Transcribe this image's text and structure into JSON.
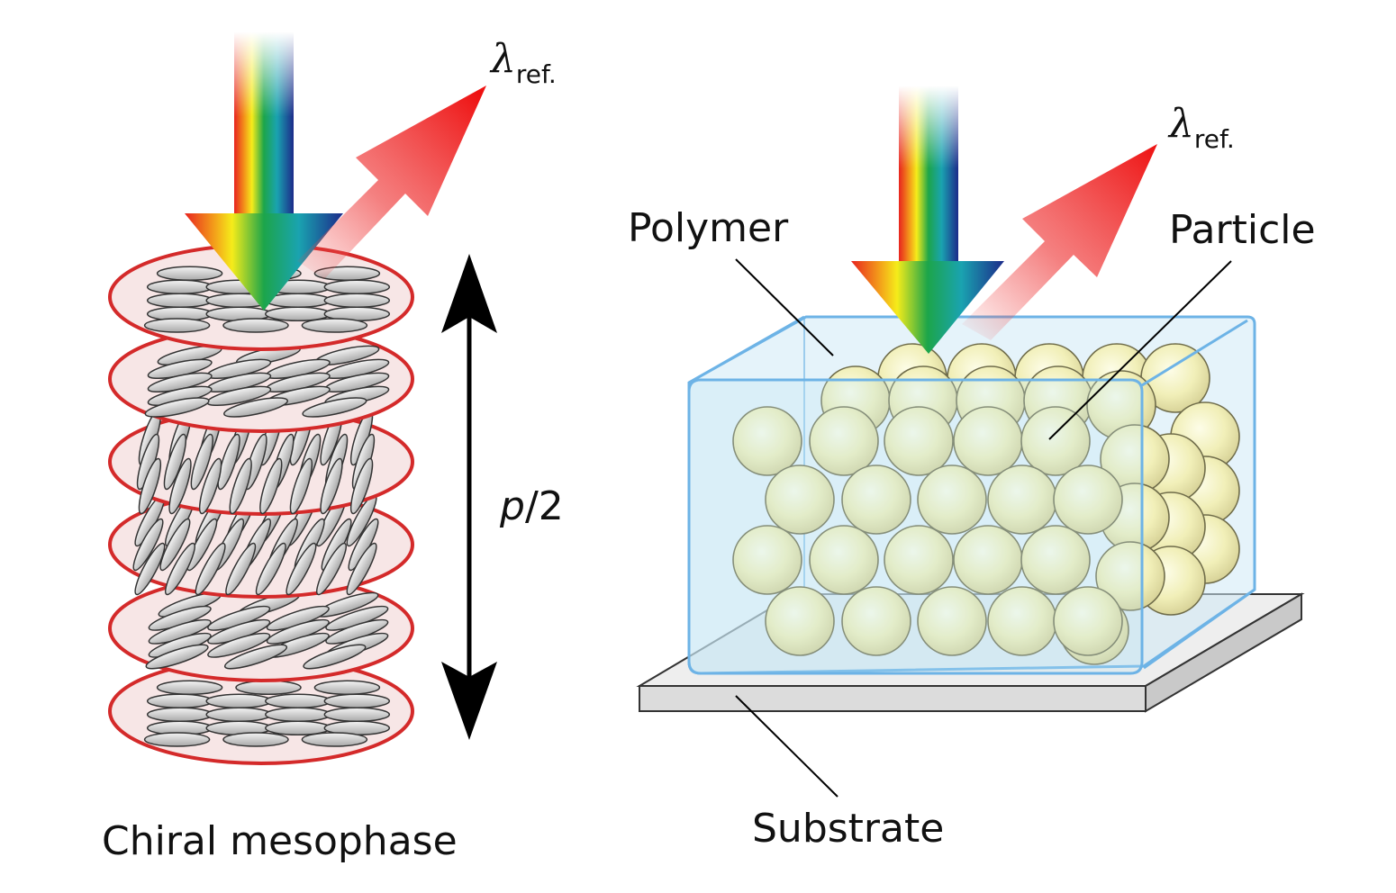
{
  "left_panel": {
    "caption": "Chiral mesophase",
    "pitch_label": {
      "symbol": "p",
      "suffix": "/2"
    },
    "reflected_label": {
      "symbol": "λ",
      "subscript": "ref."
    },
    "disc_count": 6
  },
  "right_panel": {
    "polymer_label": "Polymer",
    "particle_label": "Particle",
    "substrate_label": "Substrate",
    "reflected_label": {
      "symbol": "λ",
      "subscript": "ref."
    }
  },
  "colors": {
    "disc_fill": "#f7e6e6",
    "disc_edge": "#d42a2a",
    "mesogen": "#c8c8c8",
    "reflected_arrow": "#ee1111",
    "polymer_fill": "#bfe6f3",
    "polymer_edge": "#67b1e6",
    "particle": "#f3f2c4",
    "substrate": "#e2e2e2"
  }
}
